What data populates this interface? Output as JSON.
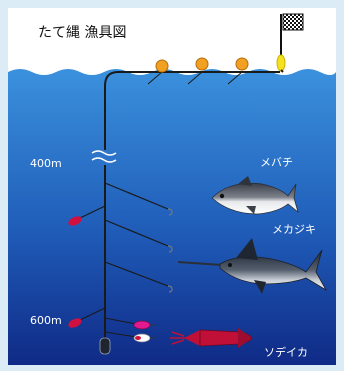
{
  "title": "たて縄 漁具図",
  "depth_labels": {
    "upper": "400m",
    "lower": "600m"
  },
  "fish_labels": {
    "bigeye_tuna": "メバチ",
    "swordfish": "メカジキ",
    "squid": "ソデイカ"
  },
  "colors": {
    "frame_border": "#b9dcef",
    "sky": "#ffffff",
    "sea_top": "#3b91dd",
    "sea_bottom": "#0f2a86",
    "floats": "#f2a023",
    "flag_pole_float": "#f5e21e",
    "line": "#1a1a1a",
    "squid": "#c01038",
    "lure_red": "#d01140",
    "text_white": "#ffffff"
  }
}
